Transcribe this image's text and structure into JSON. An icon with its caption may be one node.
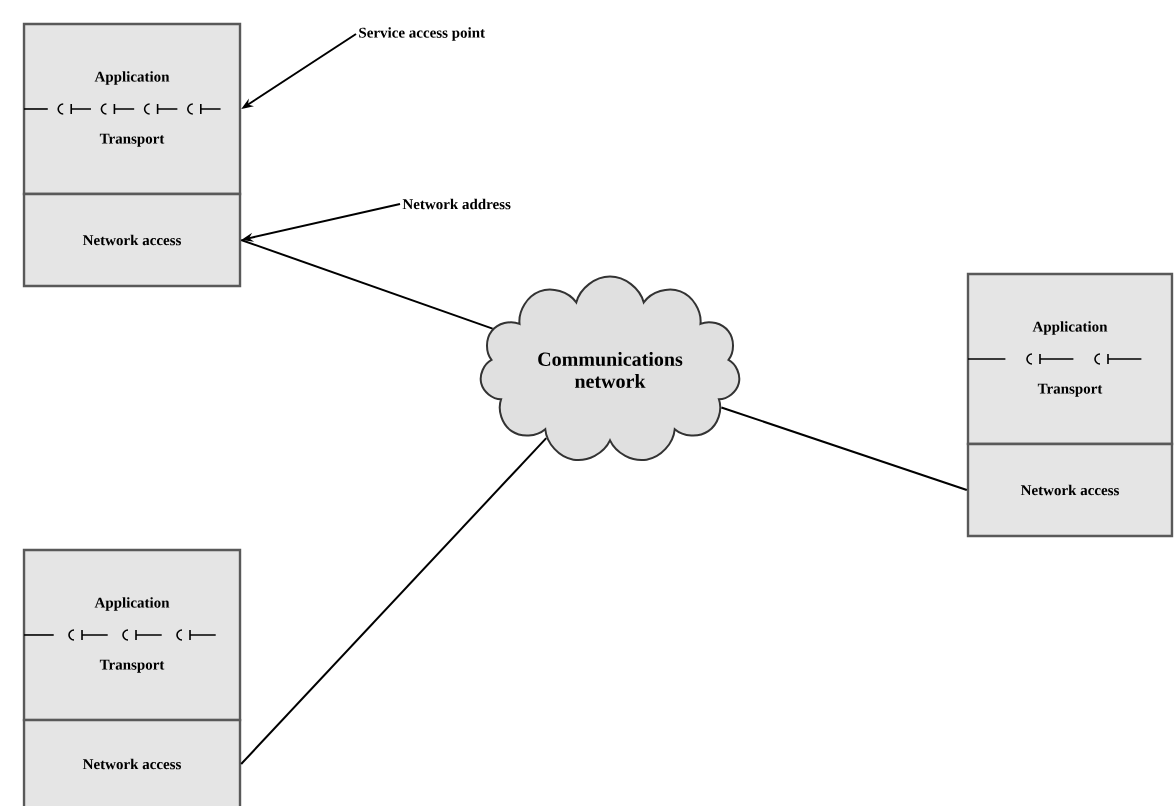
{
  "diagram": {
    "nodes": [
      {
        "text": [
          "Application",
          "Transport"
        ]
      },
      {
        "text": [
          "Network access"
        ]
      },
      {
        "text": [
          "Service access point"
        ]
      },
      {
        "text": [
          "Network address"
        ]
      },
      {
        "text": [
          "Communications network"
        ]
      },
      {
        "text": [
          "Application",
          "Transport"
        ]
      },
      {
        "text": [
          "Network access"
        ]
      },
      {
        "text": [
          "Application",
          "Transport"
        ]
      },
      {
        "text": [
          "Network access"
        ]
      }
    ],
    "edges": [
      {
        "from": 2,
        "to": 0,
        "arrow": "to"
      },
      {
        "from": 3,
        "to": 1,
        "arrow": "to"
      },
      {
        "from": 1,
        "to": 4,
        "arrow": "none"
      },
      {
        "from": 4,
        "to": 6,
        "arrow": "none"
      },
      {
        "from": 8,
        "to": 4,
        "arrow": "none"
      }
    ]
  }
}
